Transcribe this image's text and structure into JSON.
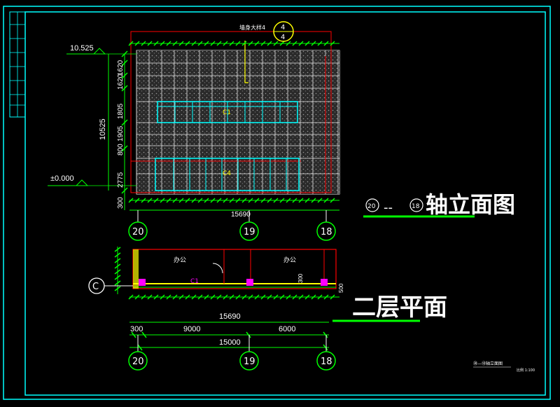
{
  "drawing": {
    "elevation_top_label": "10.525",
    "elevation_ground_label": "±0.000",
    "vertical_total": "10525",
    "vertical_parts": [
      "2775",
      "800",
      "1905",
      "1805",
      "1620",
      "1620"
    ],
    "below_ground": "300",
    "overall_width_top": "15690",
    "window_label_upper": "C1",
    "window_label_lower": "C4",
    "section_marker_top": "4",
    "section_marker_bottom": "4",
    "section_marker_note": "墙身大样4",
    "axes": [
      "20",
      "19",
      "18"
    ],
    "elevation_title_from": "20",
    "elevation_title_to": "18",
    "elevation_title_text": "轴立面图",
    "plan_title": "二层平面",
    "plan_axis": "C",
    "plan_rooms": [
      "办公",
      "办公"
    ],
    "plan_door_label": "C1",
    "plan_wall_dim": "300",
    "plan_right_dim": "500",
    "plan_overall": "15690",
    "plan_segments": [
      "300",
      "9000",
      "6000"
    ],
    "plan_total": "15000",
    "small_note_1": "⑳—⑱轴立面图",
    "small_note_2": "比例 1:100"
  },
  "colors": {
    "frame": "#00ffff",
    "dimension": "#00ff00",
    "window": "#00ffff",
    "wall": "#ff0000",
    "text": "#ffffff",
    "highlight": "#ffff00",
    "column": "#ff00ff"
  }
}
